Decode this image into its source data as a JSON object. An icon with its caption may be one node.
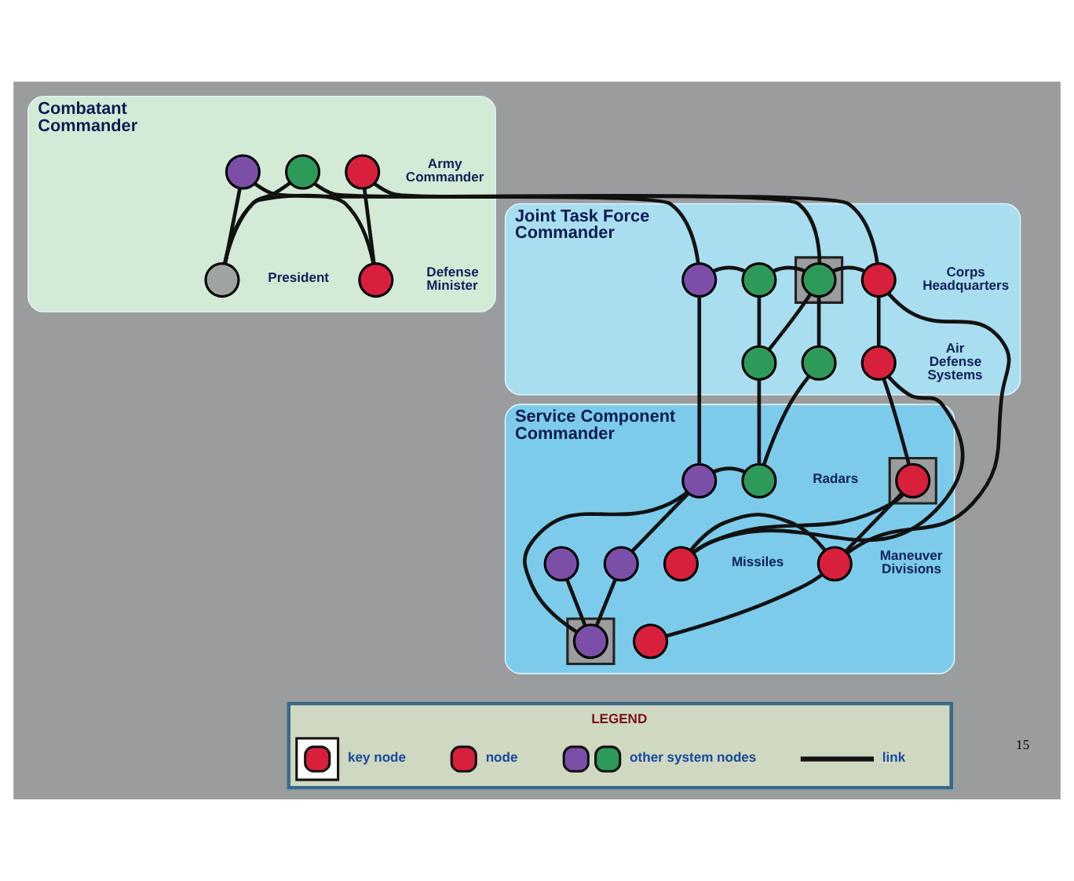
{
  "diagram": {
    "nodes": [
      {
        "text": [
          "Combatant Commander"
        ]
      },
      {
        "text": [
          "Joint Task Force Commander"
        ]
      },
      {
        "text": [
          "Service Component Commander"
        ]
      },
      {
        "text": [],
        "shape": "circle",
        "in": 0
      },
      {
        "text": [],
        "shape": "circle",
        "in": 0,
        "beside": [
          "President"
        ]
      },
      {
        "text": [],
        "shape": "circle",
        "in": 0,
        "beside": [
          "Defense Minister"
        ]
      },
      {
        "text": [],
        "shape": "circle",
        "in": 0,
        "beside": [
          "Army Commander"
        ]
      },
      {
        "text": [],
        "shape": "circle",
        "in": 0
      },
      {
        "text": [],
        "shape": "circle",
        "in": 1
      },
      {
        "text": [],
        "shape": "circle",
        "in": 1
      },
      {
        "text": [],
        "shape": "box",
        "in": 1
      },
      {
        "text": [],
        "shape": "circle",
        "in": 10
      },
      {
        "text": [],
        "shape": "circle",
        "in": 1
      },
      {
        "text": [],
        "shape": "circle",
        "in": 1
      },
      {
        "text": [],
        "shape": "circle",
        "in": 1,
        "beside": [
          "Corps Headquarters"
        ]
      },
      {
        "text": [],
        "shape": "circle",
        "in": 1,
        "beside": [
          "Air Defense Systems"
        ]
      },
      {
        "text": [],
        "shape": "circle",
        "in": 2
      },
      {
        "text": [],
        "shape": "circle",
        "in": 2
      },
      {
        "text": [],
        "shape": "circle",
        "in": 2
      },
      {
        "text": [],
        "shape": "circle",
        "in": 2
      },
      {
        "text": [],
        "shape": "box",
        "in": 2
      },
      {
        "text": [],
        "shape": "circle",
        "in": 20
      },
      {
        "text": [],
        "shape": "box",
        "in": 2
      },
      {
        "text": [],
        "shape": "circle",
        "in": 22,
        "beside": [
          "Radars"
        ]
      },
      {
        "text": [],
        "shape": "circle",
        "in": 2,
        "beside": [
          "Missiles"
        ]
      },
      {
        "text": [],
        "shape": "circle",
        "in": 2,
        "beside": [
          "Maneuver Divisions"
        ]
      },
      {
        "text": [],
        "shape": "circle",
        "in": 2
      }
    ],
    "edges": [
      {
        "from": 3,
        "to": 4,
        "arrow": "none"
      },
      {
        "from": 4,
        "to": 5,
        "arrow": "none"
      },
      {
        "from": 4,
        "to": 7,
        "arrow": "none"
      },
      {
        "from": 5,
        "to": 6,
        "arrow": "none"
      },
      {
        "from": 3,
        "to": 8,
        "arrow": "none"
      },
      {
        "from": 7,
        "to": 11,
        "arrow": "none"
      },
      {
        "from": 6,
        "to": 14,
        "arrow": "none"
      },
      {
        "from": 8,
        "to": 9,
        "arrow": "none"
      },
      {
        "from": 9,
        "to": 11,
        "arrow": "none"
      },
      {
        "from": 9,
        "to": 12,
        "arrow": "none"
      },
      {
        "from": 12,
        "to": 11,
        "arrow": "none"
      },
      {
        "from": 11,
        "to": 13,
        "arrow": "none"
      },
      {
        "from": 11,
        "to": 14,
        "arrow": "none"
      },
      {
        "from": 14,
        "to": 15,
        "arrow": "none"
      },
      {
        "from": 12,
        "to": 16,
        "arrow": "none"
      },
      {
        "from": 13,
        "to": 16,
        "arrow": "none"
      },
      {
        "from": 8,
        "to": 17,
        "arrow": "none"
      },
      {
        "from": 16,
        "to": 17,
        "arrow": "none"
      },
      {
        "from": 17,
        "to": 19,
        "arrow": "none"
      },
      {
        "from": 17,
        "to": 21,
        "arrow": "none"
      },
      {
        "from": 18,
        "to": 21,
        "arrow": "none"
      },
      {
        "from": 19,
        "to": 21,
        "arrow": "none"
      },
      {
        "from": 15,
        "to": 24,
        "arrow": "none"
      },
      {
        "from": 15,
        "to": 23,
        "arrow": "none"
      },
      {
        "from": 14,
        "to": 25,
        "arrow": "none"
      },
      {
        "from": 23,
        "to": 24,
        "arrow": "none"
      },
      {
        "from": 23,
        "to": 25,
        "arrow": "none"
      },
      {
        "from": 24,
        "to": 25,
        "arrow": "none"
      },
      {
        "from": 25,
        "to": 26,
        "arrow": "none"
      }
    ],
    "labels": [
      "LEGEND",
      "15"
    ],
    "legend": [
      {
        "text": "key node"
      },
      {
        "text": "node"
      },
      {
        "text": "other system nodes"
      },
      {
        "text": "link"
      }
    ]
  }
}
